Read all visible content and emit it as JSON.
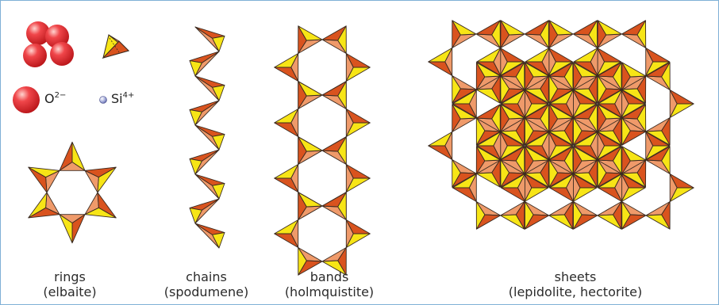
{
  "legend": {
    "oxygen": {
      "symbol": "O",
      "charge": "2−"
    },
    "silicon": {
      "symbol": "Si",
      "charge": "4+"
    }
  },
  "labels": [
    {
      "name": "rings",
      "example": "(elbaite)"
    },
    {
      "name": "chains",
      "example": "(spodumene)"
    },
    {
      "name": "bands",
      "example": "(holmquistite)"
    },
    {
      "name": "sheets",
      "example": "(lepidolite, hectorite)"
    }
  ],
  "colors": {
    "dark_face": "#d9531e",
    "light_face": "#ef9a6a",
    "yellow_face": "#f7e516",
    "edge": "#3a2a20",
    "oxygen": "#d8272b",
    "silicon": "#9aa4d8",
    "frame": "#7fb0d6"
  }
}
